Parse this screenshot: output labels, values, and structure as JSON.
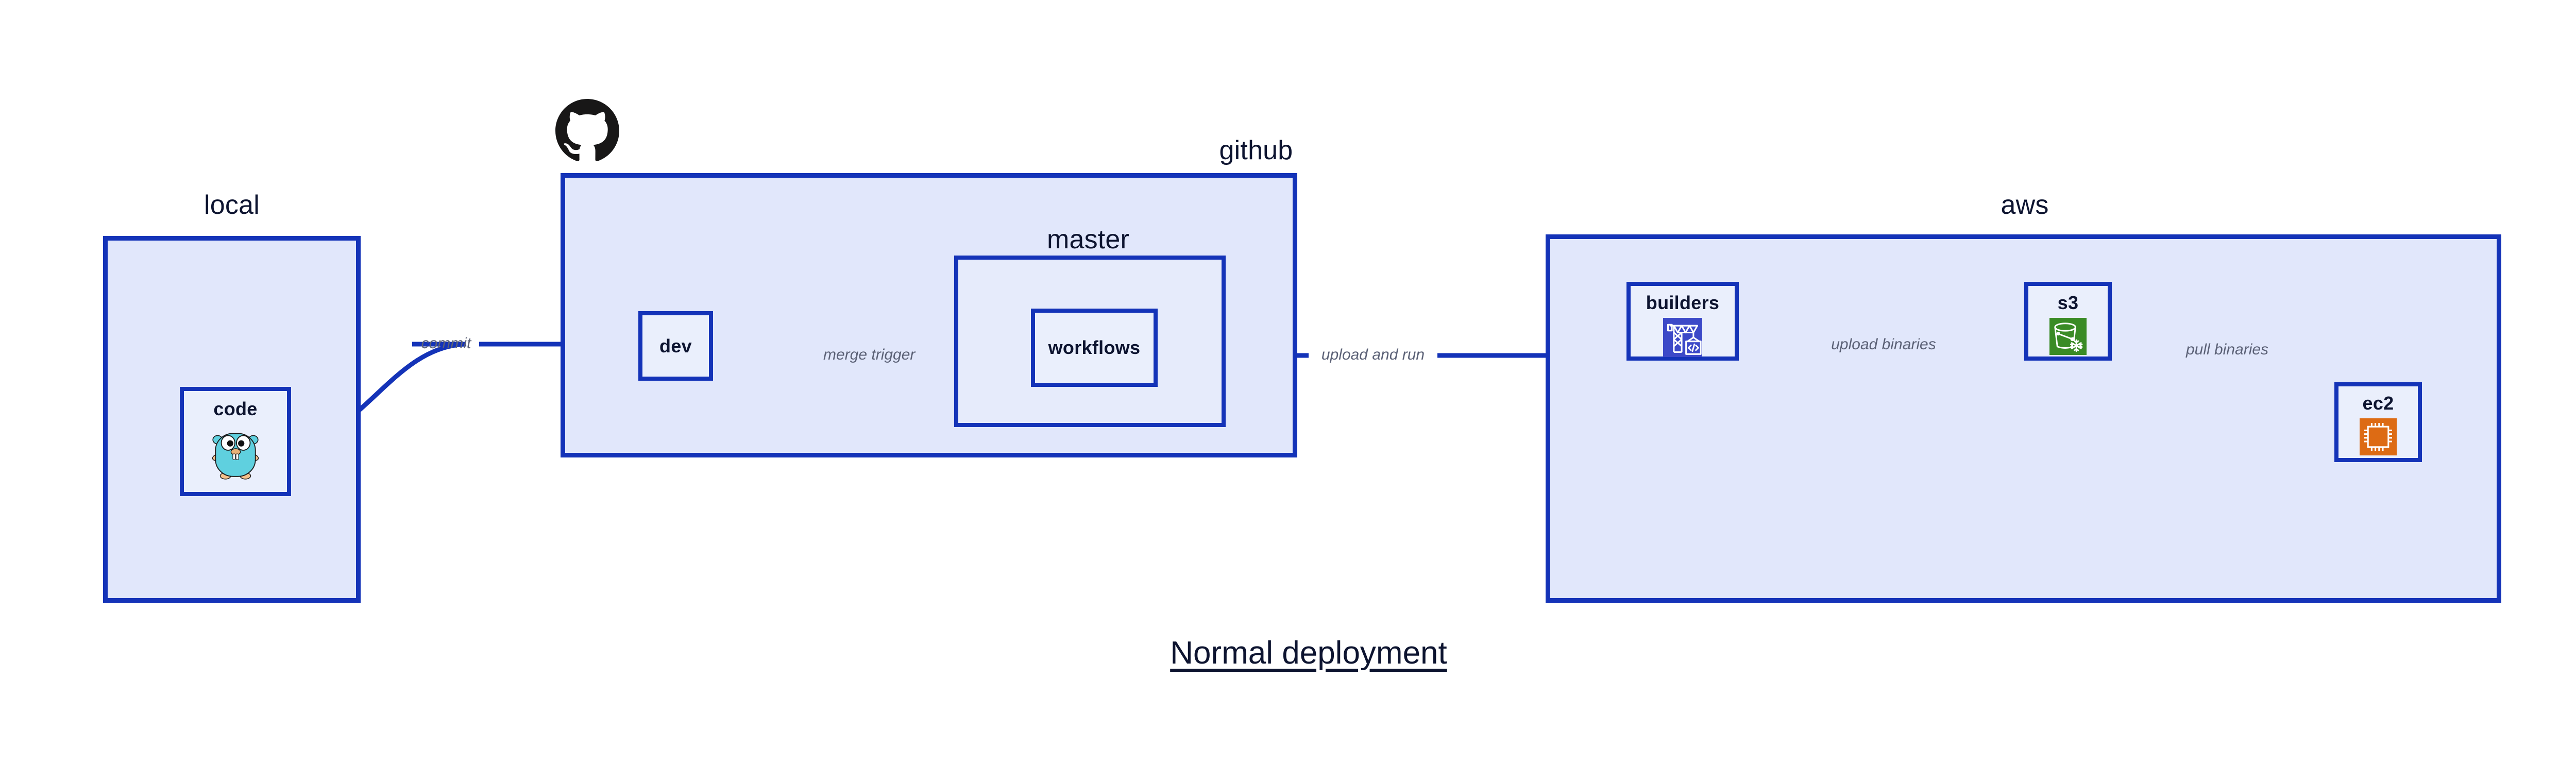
{
  "diagram": {
    "title": "Normal deployment",
    "colors": {
      "border": "#1433b8",
      "group_fill": "#e1e7fb",
      "subgroup_fill": "#e6ebfb",
      "node_fill": "#eaeffc",
      "edge_label": "#5b6176",
      "label_text": "#0d1430",
      "codebuild_blue": "#3c49c8",
      "s3_green": "#3a8b26",
      "ec2_orange": "#dd6b14",
      "gopher_teal": "#5fd0df",
      "github_black": "#181717",
      "page_background": "#ffffff"
    }
  },
  "groups": [
    {
      "id": "local",
      "label": "local"
    },
    {
      "id": "github",
      "label": "github"
    },
    {
      "id": "aws",
      "label": "aws"
    }
  ],
  "subgroups": [
    {
      "id": "master",
      "label": "master",
      "parent": "github"
    }
  ],
  "nodes": [
    {
      "id": "code",
      "label": "code",
      "icon": "go-gopher-icon",
      "parent": "local"
    },
    {
      "id": "dev",
      "label": "dev",
      "icon": null,
      "parent": "github"
    },
    {
      "id": "workflows",
      "label": "workflows",
      "icon": null,
      "parent": "master"
    },
    {
      "id": "builders",
      "label": "builders",
      "icon": "aws-codebuild-icon",
      "parent": "aws"
    },
    {
      "id": "s3",
      "label": "s3",
      "icon": "aws-s3-glacier-icon",
      "parent": "aws"
    },
    {
      "id": "ec2",
      "label": "ec2",
      "icon": "aws-ec2-icon",
      "parent": "aws"
    }
  ],
  "edges": [
    {
      "id": "commit",
      "label": "commit",
      "from": "code",
      "to": "dev"
    },
    {
      "id": "merge-trigger",
      "label": "merge trigger",
      "from": "dev",
      "to": "workflows"
    },
    {
      "id": "upload-and-run",
      "label": "upload and run",
      "from": "workflows",
      "to": "builders"
    },
    {
      "id": "upload-binaries",
      "label": "upload binaries",
      "from": "builders",
      "to": "s3"
    },
    {
      "id": "pull-binaries",
      "label": "pull binaries",
      "from": "s3",
      "to": "ec2"
    }
  ],
  "logos": [
    {
      "id": "github-mark",
      "name": "github-octocat-logo"
    }
  ]
}
